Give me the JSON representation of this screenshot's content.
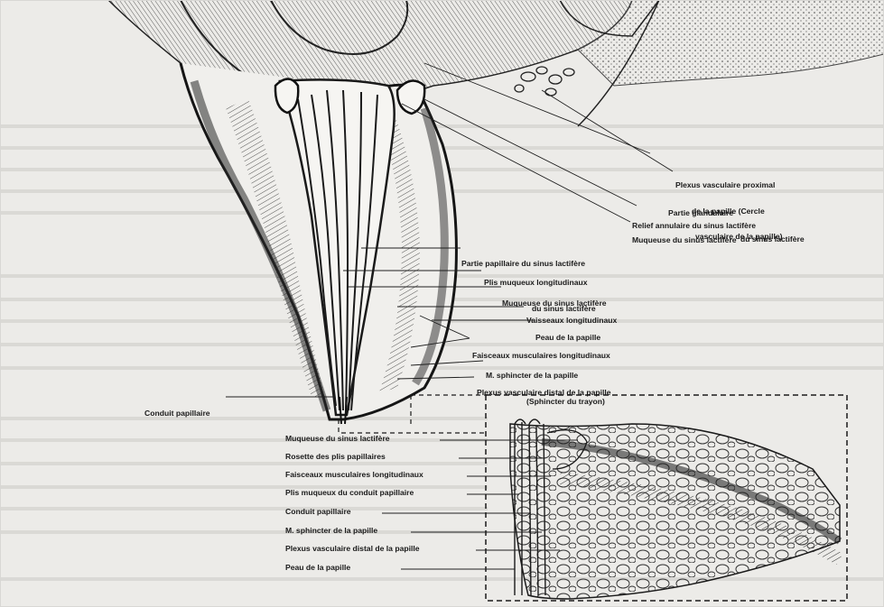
{
  "figure": {
    "main_labels": {
      "plexus_proximal": [
        "Plexus vasculaire proximal",
        "de la papille (Cercle",
        "vasculaire de la papille)"
      ],
      "partie_glandulaire": [
        "Partie glandulaire",
        "du sinus lactifère"
      ],
      "relief_annulaire": [
        "Relief annulaire du sinus lactifère"
      ],
      "muqueuse_sinus_top": [
        "Muqueuse du sinus lactifère"
      ],
      "partie_papillaire": [
        "Partie papillaire du sinus lactifère"
      ],
      "plis_muqueux": [
        "Plis muqueux longitudinaux",
        "du sinus lactifère"
      ],
      "muqueuse_sinus_mid": [
        "Muqueuse du sinus lactifère"
      ],
      "vaisseaux": [
        "Vaisseaux longitudinaux"
      ],
      "peau_papille": [
        "Peau de la papille"
      ],
      "faisceaux": [
        "Faisceaux musculaires longitudinaux"
      ],
      "sphincter": [
        "M. sphincter de la papille",
        "(Sphincter du trayon)"
      ],
      "plexus_distal": [
        "Plexus vasculaire distal de la papille"
      ],
      "conduit": [
        "Conduit papillaire"
      ]
    },
    "inset_labels": [
      "Muqueuse du sinus lactifère",
      "Rosette des plis papillaires",
      "Faisceaux musculaires longitudinaux",
      "Plis muqueux du conduit papillaire",
      "Conduit papillaire",
      "M. sphincter de la papille",
      "Plexus vasculaire distal de la papille",
      "Peau de la papille"
    ]
  }
}
